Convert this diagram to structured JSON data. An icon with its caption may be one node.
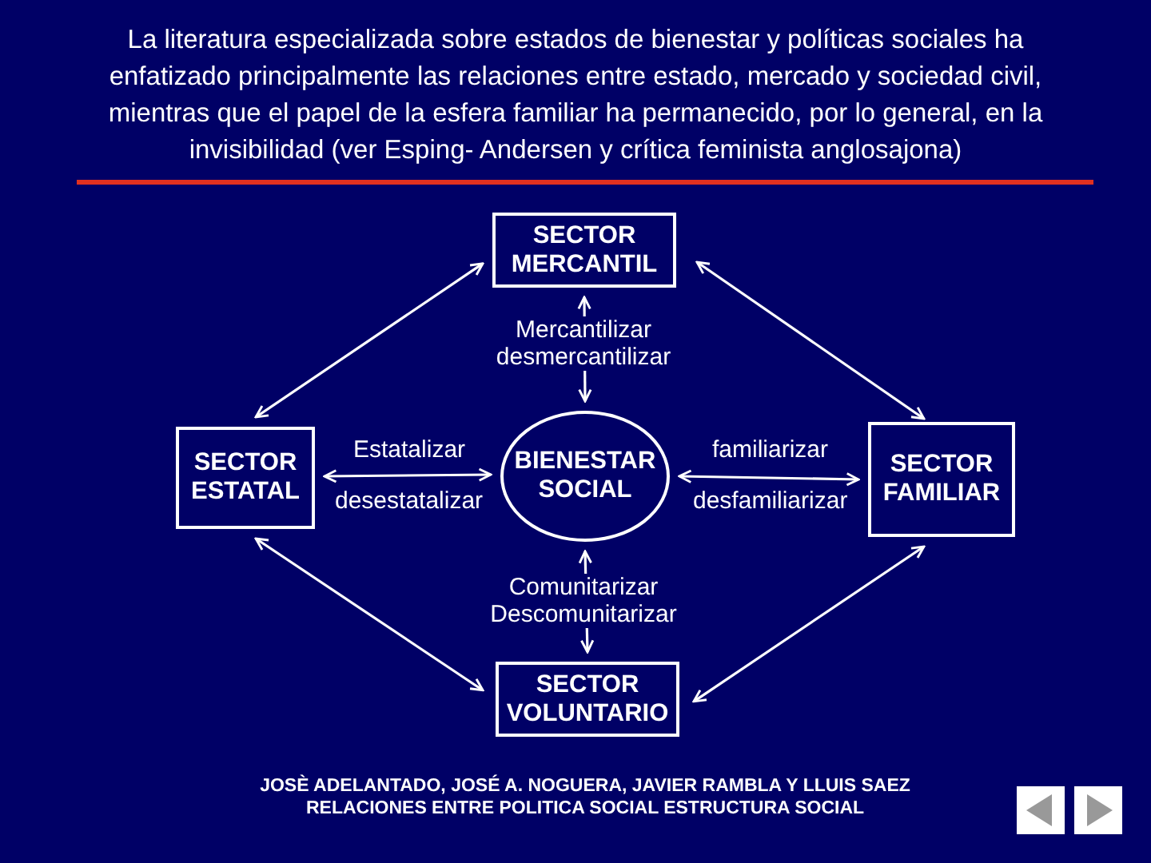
{
  "diagram": {
    "title": "La literatura especializada sobre estados de bienestar y políticas sociales ha enfatizado principalmente las relaciones entre estado, mercado y sociedad civil, mientras que el papel de la esfera familiar ha permanecido, por lo general, en la invisibilidad (ver Esping- Andersen y crítica feminista anglosajona)",
    "nodes": [
      {
        "text": [
          "SECTOR MERCANTIL"
        ]
      },
      {
        "text": [
          "SECTOR ESTATAL"
        ]
      },
      {
        "text": [
          "BIENESTAR SOCIAL"
        ]
      },
      {
        "text": [
          "SECTOR FAMILIAR"
        ]
      },
      {
        "text": [
          "SECTOR VOLUNTARIO"
        ]
      }
    ],
    "edges": [
      {
        "from": 0,
        "to": 2,
        "arrow": "both",
        "label": "Mercantilizar desmercantilizar"
      },
      {
        "from": 1,
        "to": 2,
        "arrow": "both",
        "label": "Estatalizar"
      },
      {
        "from": 2,
        "to": 3,
        "arrow": "both",
        "label": "familiarizar"
      },
      {
        "from": 2,
        "to": 4,
        "arrow": "both",
        "label": "Comunitarizar Descomunitarizar"
      },
      {
        "from": 0,
        "to": 1,
        "arrow": "both"
      },
      {
        "from": 0,
        "to": 3,
        "arrow": "both"
      },
      {
        "from": 1,
        "to": 4,
        "arrow": "both"
      },
      {
        "from": 3,
        "to": 4,
        "arrow": "both"
      }
    ],
    "labels": [
      "desestatalizar",
      "desfamiliarizar",
      "JOSÈ ADELANTADO, JOSÉ A. NOGUERA, JAVIER RAMBLA Y LLUIS SAEZ",
      "RELACIONES ENTRE POLITICA SOCIAL ESTRUCTURA SOCIAL"
    ]
  }
}
